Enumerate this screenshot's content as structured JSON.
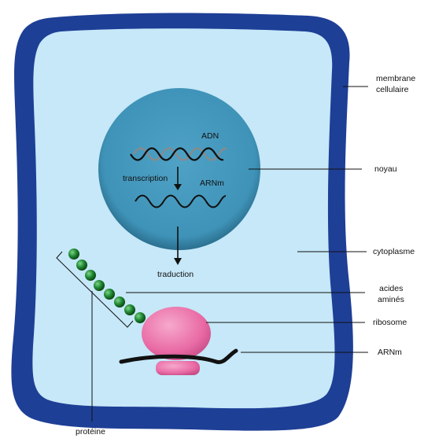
{
  "labels": {
    "membrane_line1": "membrane",
    "membrane_line2": "cellulaire",
    "noyau": "noyau",
    "cytoplasme": "cytoplasme",
    "acides_line1": "acides",
    "acides_line2": "aminés",
    "ribosome": "ribosome",
    "arnm_right": "ARNm",
    "proteine": "protéine"
  },
  "nucleus": {
    "adn": "ADN",
    "transcription": "transcription",
    "arnm": "ARNm",
    "traduction": "traduction"
  },
  "colors": {
    "membrane": "#1e3f96",
    "cytoplasm": "#c6e8f8",
    "nucleus": "#3f93b8",
    "amino_acid": "#1f7a2c",
    "ribosome": "#e96aa5",
    "mrna": "#111111",
    "dna_strand_2": "#8a8a8a"
  }
}
